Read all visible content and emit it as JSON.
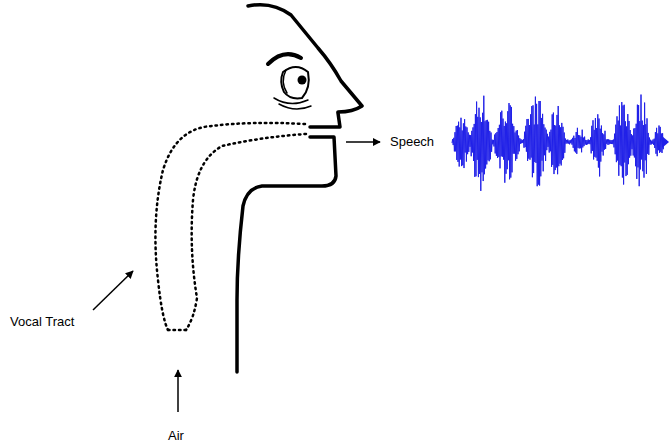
{
  "diagram": {
    "labels": [
      "Speech",
      "Vocal Tract",
      "Air"
    ]
  }
}
